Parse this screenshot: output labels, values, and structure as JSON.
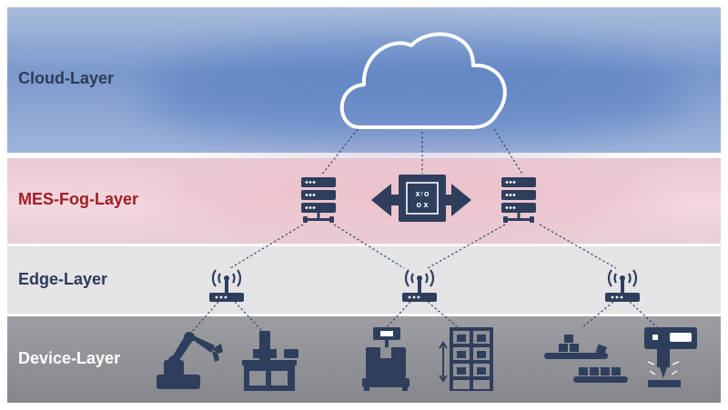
{
  "layers": {
    "cloud": "Cloud-Layer",
    "fog": "MES-Fog-Layer",
    "edge": "Edge-Layer",
    "device": "Device-Layer"
  },
  "icons": {
    "cloud": "cloud-icon",
    "fog_nodes": [
      "server-rack-icon",
      "server-rack-icon"
    ],
    "scheduler": "task-exchange-icon",
    "edge_nodes": [
      "wifi-router-icon",
      "wifi-router-icon",
      "wifi-router-icon"
    ],
    "devices": [
      "robot-arm-icon",
      "cnc-machine-icon",
      "weighing-scale-icon",
      "warehouse-shelf-icon",
      "conveyor-belt-icon",
      "drill-press-icon"
    ]
  },
  "colors": {
    "cloud_band": "#7c99cc",
    "fog_band": "#f3d7de",
    "edge_band": "#e4e4e6",
    "device_band": "#8f9095",
    "icon": "#2e3e5c",
    "fog_label": "#a01e24",
    "label": "#2b3c5a"
  }
}
